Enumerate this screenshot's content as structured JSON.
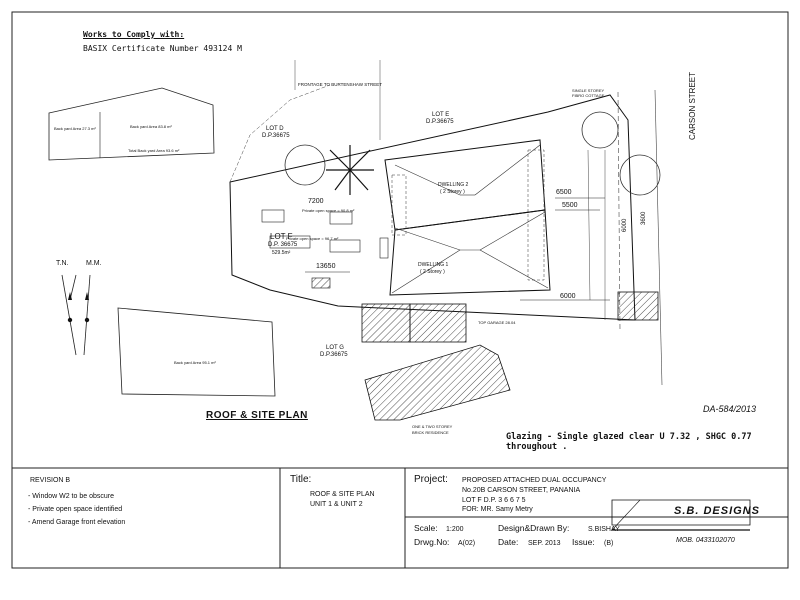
{
  "header": {
    "works_to_comply": "Works to Comply with:",
    "basix": "BASIX Certificate Number 493124 M"
  },
  "plan": {
    "title": "ROOF & SITE PLAN",
    "da_ref": "DA-584/2013",
    "glazing_note": "Glazing - Single glazed clear U 7.32 , SHGC 0.77 throughout .",
    "frontage_label": "FRONTAGE TO BURTENSHAW STREET",
    "street_label": "CARSON STREET",
    "lot_e": "LOT E",
    "lot_e_dp": "D.P.36675",
    "lot_d": "LOT D",
    "lot_d_dp": "D.P.36675",
    "lot_f": "LOT F",
    "lot_f_dp": "D.P. 36675",
    "lot_f_area": "529.5m²",
    "lot_g": "LOT G",
    "lot_g_dp": "D.P.36675",
    "dwelling2": "DWELLING 2",
    "dwelling2_storey": "( 2 Storey )",
    "dwelling1": "DWELLING 1",
    "dwelling1_storey": "( 2 Storey )",
    "dim_6500": "6500",
    "dim_5500": "5500",
    "dim_6000": "6000",
    "dim_13650": "13650",
    "dim_7200": "7200",
    "dim_3600": "3600",
    "dim_6000_side": "6000",
    "tn_label": "T.N.",
    "mm_label": "M.M.",
    "backyard1": "Back yard Area 27.3 m²",
    "backyard2": "Back yard Area 83.8 m²",
    "backyard_total": "Total Back yard Area 93.6 m²",
    "backyard3": "Back yard Area 95.1 m²",
    "private_space1": "Private open space = 90.8 m²",
    "private_space2": "Private open space = 96.7 m²",
    "single_storey": "SINGLE STOREY",
    "fibro": "FIBRO COTTAGE",
    "two_storey": "ONE & TWO STOREY",
    "brick_res": "BRICK RESIDENCE",
    "roof_garage": "TOP GARAGE 28.04"
  },
  "title_block": {
    "revision_title": "REVISION B",
    "revisions": [
      "-  Window W2 to be obscure",
      "-  Private open space identified",
      "-  Amend Garage front elevation"
    ],
    "title_label": "Title:",
    "title_line1": "ROOF & SITE PLAN",
    "title_line2": "UNIT 1 & UNIT 2",
    "project_label": "Project:",
    "project_line1": "PROPOSED ATTACHED DUAL OCCUPANCY",
    "project_line2": "No.20B CARSON STREET, PANANIA",
    "project_lot": "LOT F        D.P. 3 6 6 7 5",
    "project_for": "FOR: MR.   Samy Metry",
    "scale_label": "Scale:",
    "scale_value": "1:200",
    "drwg_label": "Drwg.No:",
    "drwg_value": "A(02)",
    "design_label": "Design&Drawn By:",
    "design_value": "S.BISHAY",
    "date_label": "Date:",
    "date_value": "SEP. 2013",
    "issue_label": "Issue:",
    "issue_value": "(B)",
    "logo": "S.B. DESIGNS",
    "mobile": "MOB. 0433102070"
  }
}
